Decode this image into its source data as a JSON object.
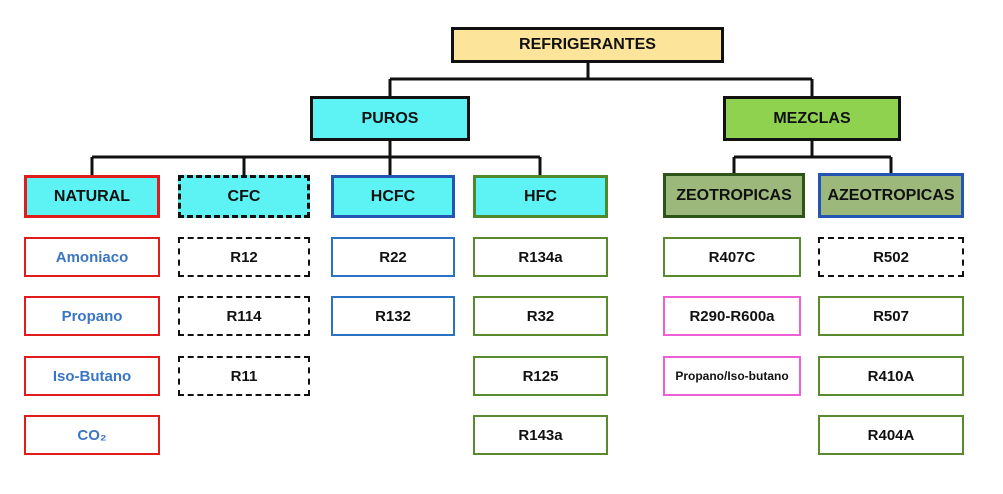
{
  "root": {
    "label": "REFRIGERANTES"
  },
  "puros": {
    "label": "PUROS",
    "natural": {
      "label": "NATURAL",
      "items": [
        "Amoniaco",
        "Propano",
        "Iso-Butano",
        "CO₂"
      ]
    },
    "cfc": {
      "label": "CFC",
      "items": [
        "R12",
        "R114",
        "R11"
      ]
    },
    "hcfc": {
      "label": "HCFC",
      "items": [
        "R22",
        "R132"
      ]
    },
    "hfc": {
      "label": "HFC",
      "items": [
        "R134a",
        "R32",
        "R125",
        "R143a"
      ]
    }
  },
  "mezclas": {
    "label": "MEZCLAS",
    "zeotropicas": {
      "label": "ZEOTROPICAS",
      "items": [
        "R407C",
        "R290-R600a",
        "Propano/Iso-butano"
      ]
    },
    "azeotropicas": {
      "label": "AZEOTROPICAS",
      "items": [
        "R502",
        "R507",
        "R410A",
        "R404A"
      ]
    }
  },
  "colors": {
    "root_fill": "#fce49a",
    "puros_fill": "#5df3f5",
    "mezclas_fill": "#8fd24f",
    "zeo_fill": "#9cb87a",
    "red_border": "#e21c1c",
    "blue_border": "#2454b4",
    "green_border": "#4e8a2a",
    "pink_border": "#ee5ed6",
    "natural_text": "#3a76c4"
  }
}
